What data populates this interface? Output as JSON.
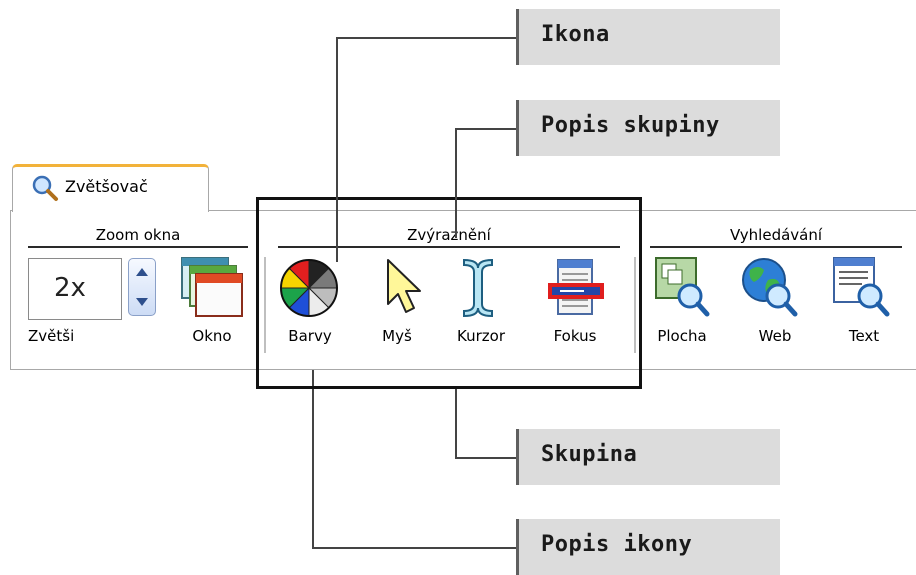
{
  "callouts": {
    "ikona": "Ikona",
    "popis_skupiny": "Popis skupiny",
    "skupina": "Skupina",
    "popis_ikony": "Popis ikony"
  },
  "tab": {
    "label": "Zvětšovač",
    "icon": "magnifier-icon"
  },
  "groups": {
    "zoom": {
      "label": "Zoom okna",
      "zoom_value": "2x",
      "zoom_caption": "Zvětši",
      "okno_label": "Okno"
    },
    "zvyrazneni": {
      "label": "Zvýraznění",
      "buttons": [
        "Barvy",
        "Myš",
        "Kurzor",
        "Fokus"
      ]
    },
    "vyhledavani": {
      "label": "Vyhledávání",
      "buttons": [
        "Plocha",
        "Web",
        "Text"
      ]
    }
  },
  "colors": {
    "tab_accent": "#f2b23a",
    "callout_bg": "#dcdcdc"
  }
}
